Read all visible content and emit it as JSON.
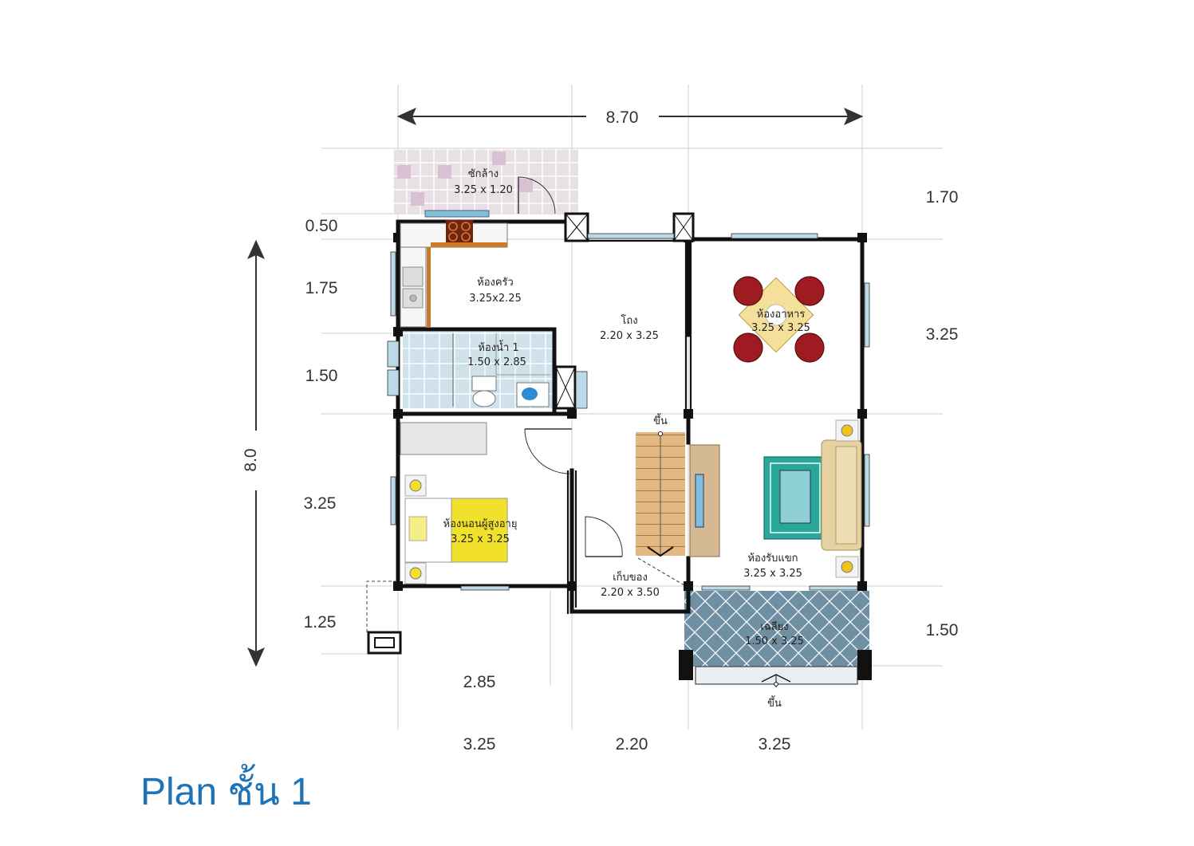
{
  "title": "Plan ชั้น 1",
  "dimensions": {
    "overall_width": "8.70",
    "overall_depth": "8.0",
    "left": [
      "0.50",
      "1.75",
      "1.50",
      "3.25",
      "1.25"
    ],
    "right": [
      "1.70",
      "3.25",
      "1.50"
    ],
    "bottom": [
      "3.25",
      "2.20",
      "3.25"
    ],
    "bottom_inner": "2.85"
  },
  "rooms": {
    "laundry": {
      "name": "ซักล้าง",
      "size": "3.25 x 1.20"
    },
    "kitchen": {
      "name": "ห้องครัว",
      "size": "3.25x2.25"
    },
    "bathroom": {
      "name": "ห้องน้ำ 1",
      "size": "1.50 x 2.85"
    },
    "hall": {
      "name": "โถง",
      "size": "2.20 x 3.25"
    },
    "dining": {
      "name": "ห้องอาหาร",
      "size": "3.25 x 3.25"
    },
    "bedroom": {
      "name": "ห้องนอนผู้สูงอายุ",
      "size": "3.25 x 3.25"
    },
    "storage": {
      "name": "เก็บของ",
      "size": "2.20 x 3.50"
    },
    "living": {
      "name": "ห้องรับแขก",
      "size": "3.25 x 3.25"
    },
    "terrace": {
      "name": "เฉลียง",
      "size": "1.50 x 3.25"
    }
  },
  "labels": {
    "stair_up": "ขึ้น",
    "terrace_up": "ขึ้น"
  },
  "colors": {
    "title": "#1f73b7",
    "wall": "#111111",
    "grid": "#cccccc",
    "laundry_tile": "#e6dbe3",
    "bath_tile": "#c9dde8",
    "terrace": "#6f8fa3",
    "bed": "#f2e12b",
    "stairs": "#e2b782",
    "counter": "#c97a2a",
    "chair": "#9e1b22",
    "sofa": "#e6d1a0",
    "rug": "#2aa79b"
  }
}
